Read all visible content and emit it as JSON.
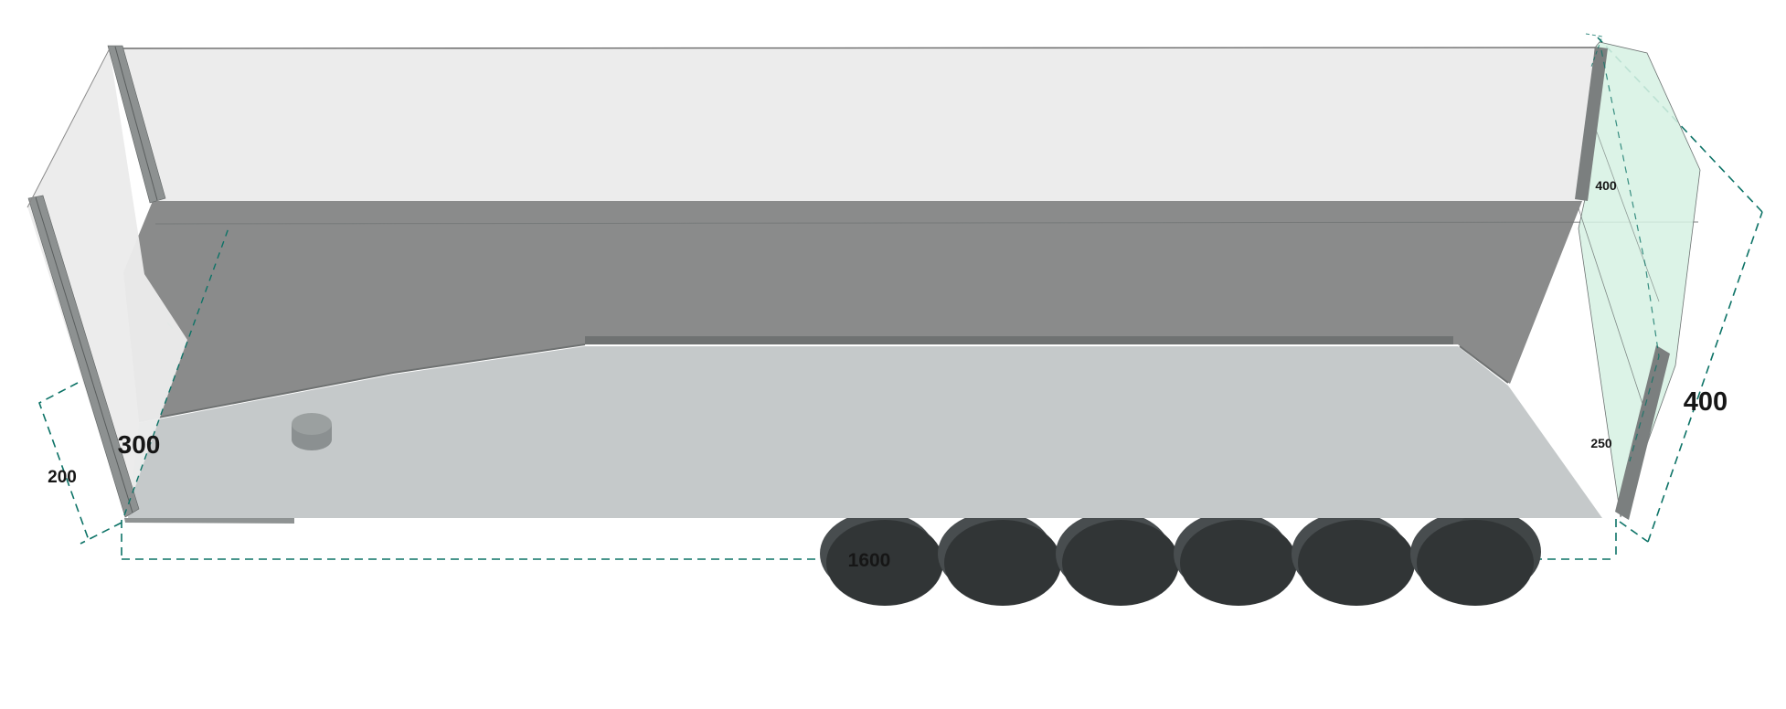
{
  "dimensions": {
    "bottom_length": "1600",
    "left_large": "300",
    "left_small": "200",
    "right_large": "400",
    "right_small_upper": "400",
    "right_small_lower": "250"
  },
  "counts": {
    "wheels": 6,
    "cargo_items": 1
  },
  "colors": {
    "background": "#ffffff",
    "wall_light": "#ececec",
    "wall_shaded": "#8a8b8b",
    "wall_shadow_strip": "#6f7272",
    "floor": "#c5c9ca",
    "end_panel_green": "#d7f2e4",
    "post_gray": "#7b7f7f",
    "wheel_dark": "#313536",
    "wheel_light": "#484d4f",
    "dimension_teal": "#0d7367",
    "label_text": "#161616"
  }
}
